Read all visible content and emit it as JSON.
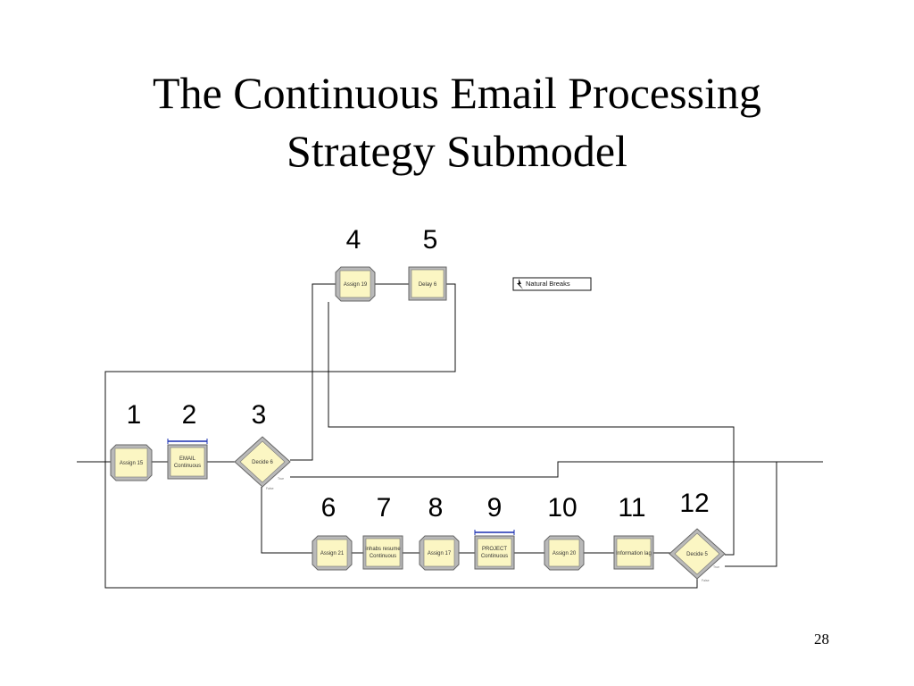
{
  "slide": {
    "title_line1": "The Continuous Email Processing",
    "title_line2": "Strategy Submodel",
    "page_number": "28"
  },
  "legend": {
    "label": "Natural Breaks"
  },
  "modules": [
    {
      "id": "m1",
      "number": "1",
      "label": "Assign 15",
      "shape": "assign"
    },
    {
      "id": "m2",
      "number": "2",
      "label": "EMAIL",
      "label2": "Continuous",
      "shape": "process"
    },
    {
      "id": "m3",
      "number": "3",
      "label": "Decide 6",
      "shape": "decide"
    },
    {
      "id": "m4",
      "number": "4",
      "label": "Assign 19",
      "shape": "assign"
    },
    {
      "id": "m5",
      "number": "5",
      "label": "Delay 6",
      "shape": "process"
    },
    {
      "id": "m6",
      "number": "6",
      "label": "Assign 21",
      "shape": "assign"
    },
    {
      "id": "m7",
      "number": "7",
      "label": "inhabs resume",
      "label2": "Continuous",
      "shape": "process"
    },
    {
      "id": "m8",
      "number": "8",
      "label": "Assign 17",
      "shape": "assign"
    },
    {
      "id": "m9",
      "number": "9",
      "label": "PROJECT",
      "label2": "Continuous",
      "shape": "process"
    },
    {
      "id": "m10",
      "number": "10",
      "label": "Assign 20",
      "shape": "assign"
    },
    {
      "id": "m11",
      "number": "11",
      "label": "Information lag",
      "shape": "process"
    },
    {
      "id": "m12",
      "number": "12",
      "label": "Decide 5",
      "shape": "decide"
    }
  ],
  "decide_branch_labels": {
    "true": "True",
    "false": "False"
  }
}
